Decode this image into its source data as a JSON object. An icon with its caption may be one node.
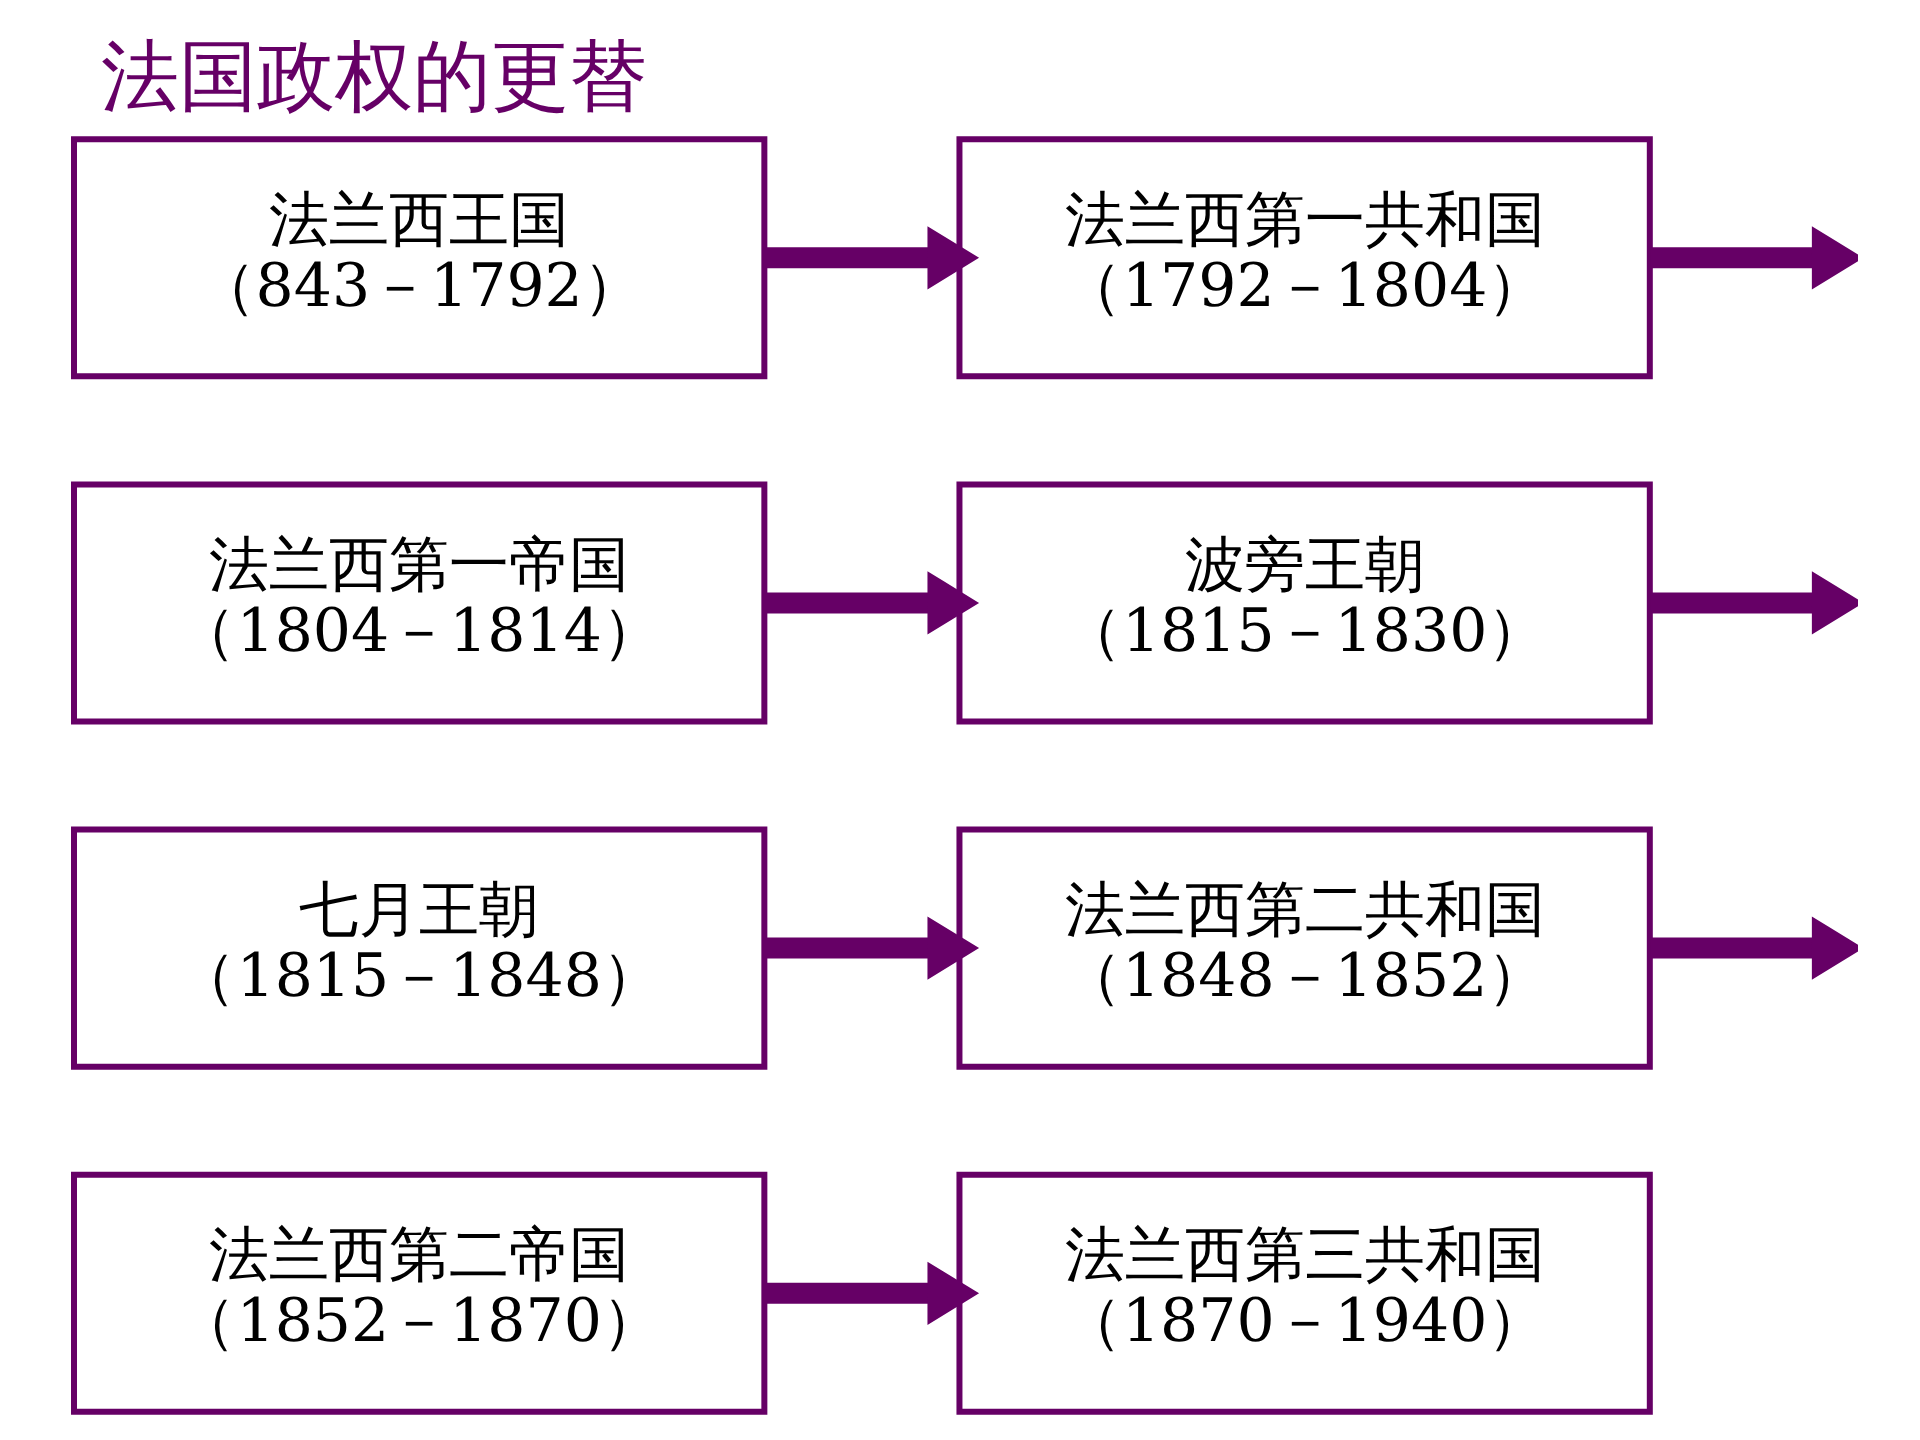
{
  "diagram": {
    "title": "法国政权的更替",
    "nodes": [
      {
        "text": [
          "法兰西王国",
          "（843－1792）"
        ]
      },
      {
        "text": [
          "法兰西第一共和国",
          "（1792－1804）"
        ]
      },
      {
        "text": [
          "法兰西第一帝国",
          "（1804－1814）"
        ]
      },
      {
        "text": [
          "波旁王朝",
          "（1815－1830）"
        ]
      },
      {
        "text": [
          "七月王朝",
          "（1815－1848）"
        ]
      },
      {
        "text": [
          "法兰西第二共和国",
          "（1848－1852）"
        ]
      },
      {
        "text": [
          "法兰西第二帝国",
          "（1852－1870）"
        ]
      },
      {
        "text": [
          "法兰西第三共和国",
          "（1870－1940）"
        ]
      }
    ],
    "edges": [
      {
        "from": 0,
        "to": 1,
        "arrow": "to"
      },
      {
        "from": 1,
        "to": null,
        "arrow": "to"
      },
      {
        "from": 2,
        "to": 3,
        "arrow": "to"
      },
      {
        "from": 3,
        "to": null,
        "arrow": "to"
      },
      {
        "from": 4,
        "to": 5,
        "arrow": "to"
      },
      {
        "from": 5,
        "to": null,
        "arrow": "to"
      },
      {
        "from": 6,
        "to": 7,
        "arrow": "to"
      }
    ]
  }
}
